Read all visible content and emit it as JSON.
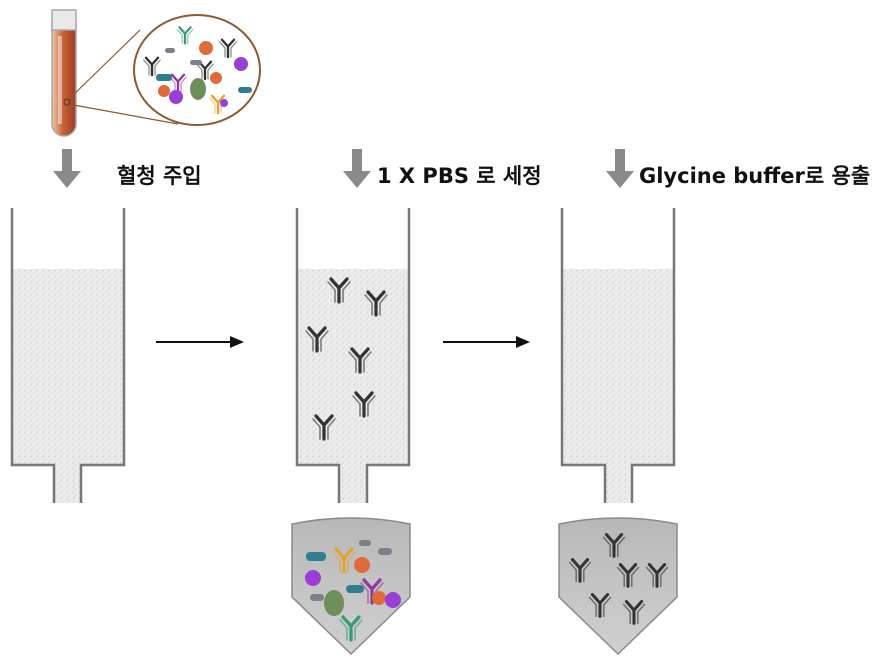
{
  "steps": [
    {
      "label": "혈청 주입"
    },
    {
      "label": "1 X PBS 로 세정"
    },
    {
      "label": "Glycine buffer로 용출"
    }
  ],
  "colors": {
    "column_outline": "#777777",
    "resin_fill": "#ececec",
    "arrow_gray": "#8a8a8a",
    "antibody_dark": "#333333",
    "antibody_green": "#3a9a78",
    "antibody_orange": "#e8a035",
    "antibody_purple": "#8e3a9a",
    "protein_orange": "#e06a3a",
    "protein_purple": "#9a3ed6",
    "protein_teal": "#2f7e8e",
    "protein_olive": "#6e8e5a",
    "protein_gray": "#7a8088",
    "tube_red": "#c8623a"
  }
}
